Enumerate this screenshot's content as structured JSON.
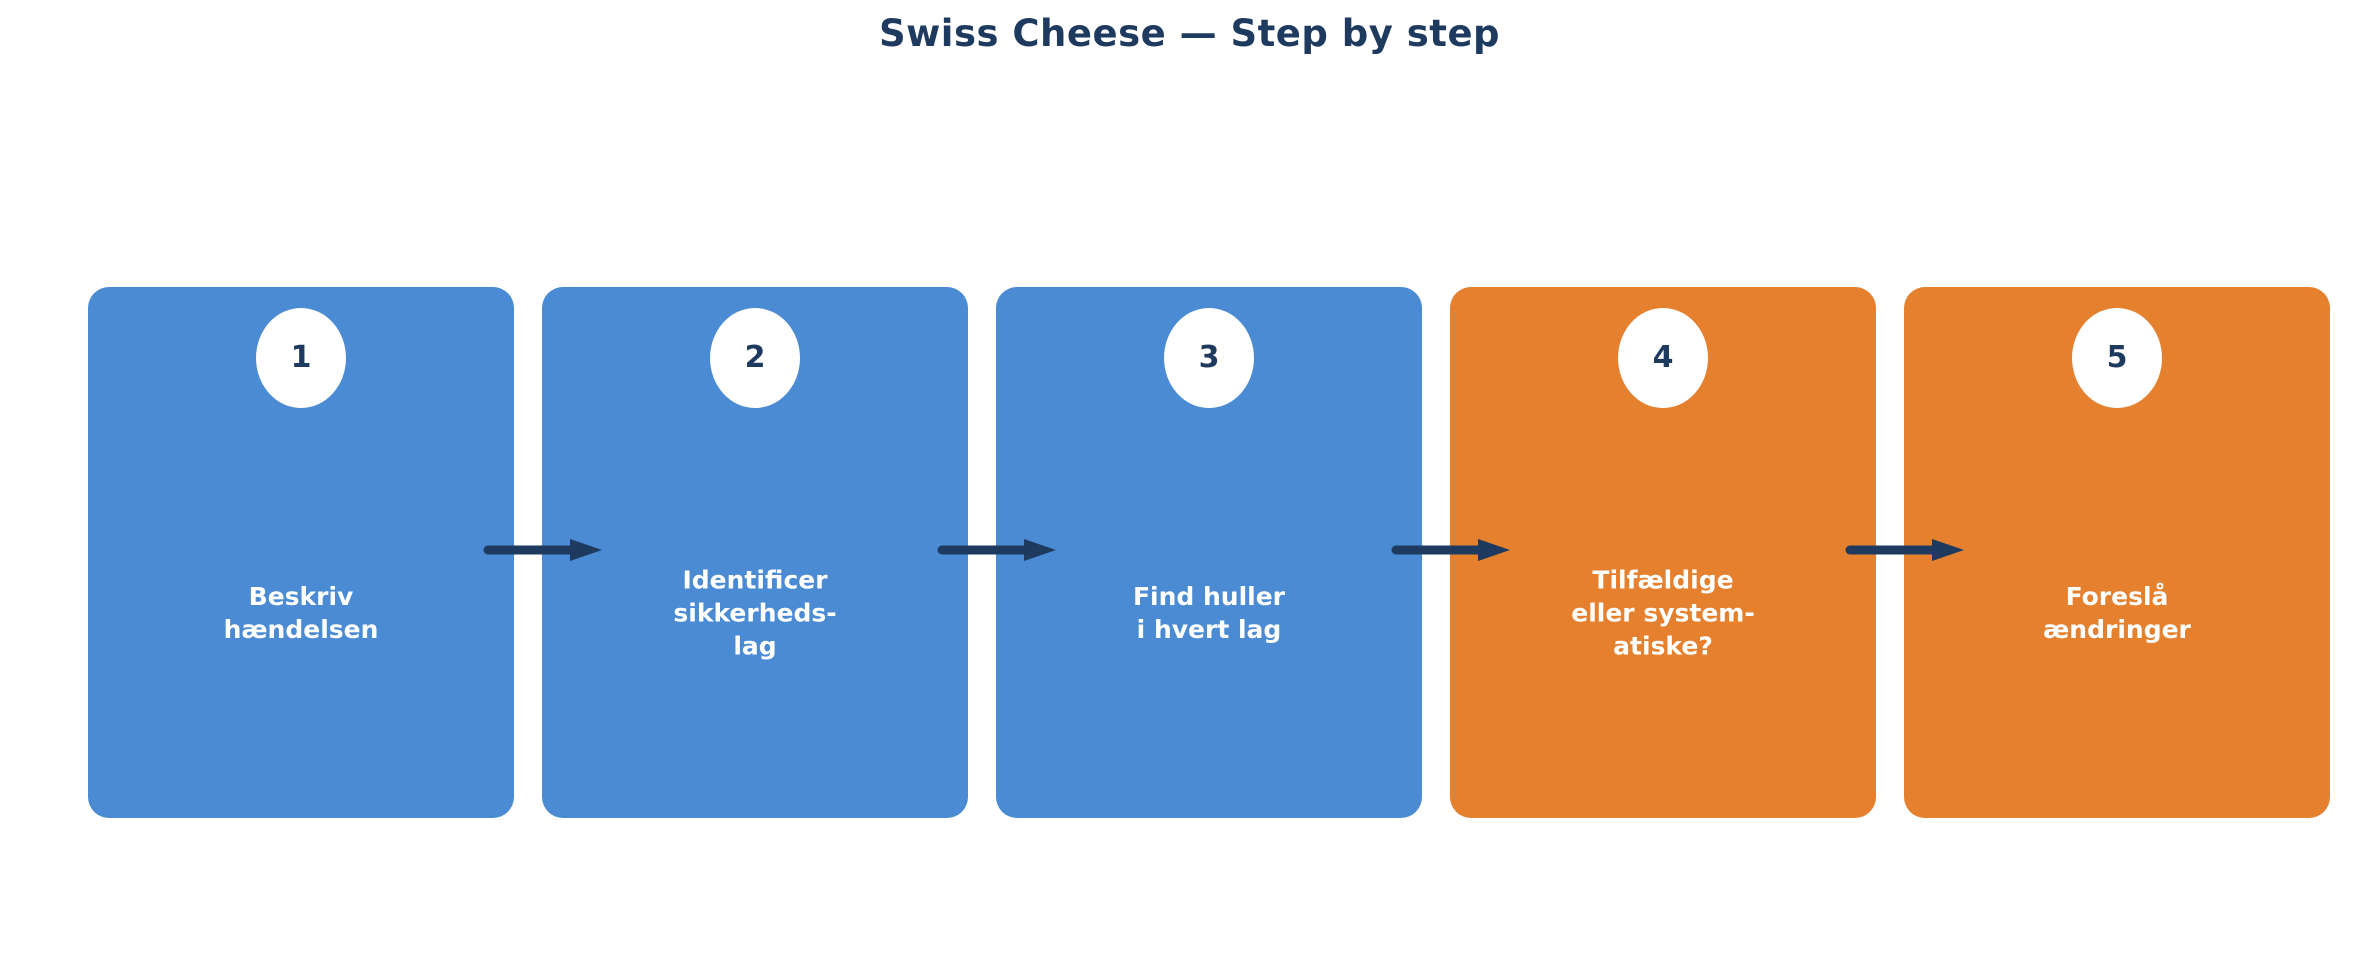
{
  "page": {
    "title": "Swiss Cheese — Step by step",
    "background_color": "#ffffff",
    "title_color": "#1e3a5f"
  },
  "palette": {
    "blue": "#4a8bd4",
    "orange": "#e5802f",
    "navy": "#1e3a5f",
    "badge_background": "#ffffff",
    "label_color": "#ffffff",
    "arrow_color": "#1e3a5f"
  },
  "flow": {
    "arrow_count": 4,
    "steps": [
      {
        "number": "1",
        "label": "Beskriv\nhændelsen",
        "color": "#4a8bd4",
        "color_name": "blue"
      },
      {
        "number": "2",
        "label": "Identificer\nsikkerheds-\nlag",
        "color": "#4a8bd4",
        "color_name": "blue"
      },
      {
        "number": "3",
        "label": "Find huller\ni hvert lag",
        "color": "#4a8bd4",
        "color_name": "blue"
      },
      {
        "number": "4",
        "label": "Tilfældige\neller system-\natiske?",
        "color": "#e5802f",
        "color_name": "orange"
      },
      {
        "number": "5",
        "label": "Foreslå\nændringer",
        "color": "#e5802f",
        "color_name": "orange"
      }
    ]
  },
  "icons": {
    "arrow_right": "arrow-right-icon"
  }
}
